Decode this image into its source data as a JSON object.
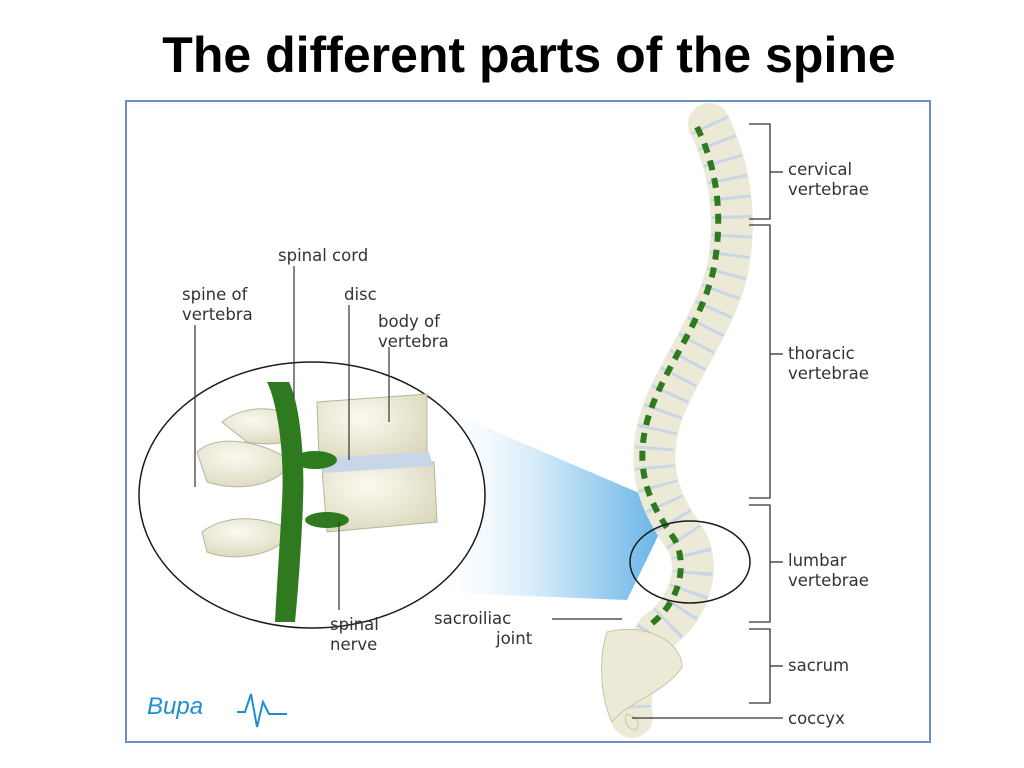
{
  "title": "The different parts of the spine",
  "diagram": {
    "labels": {
      "spinal_cord": "spinal cord",
      "spine_of_vertebra_1": "spine of",
      "spine_of_vertebra_2": "vertebra",
      "disc": "disc",
      "body_of_vertebra_1": "body of",
      "body_of_vertebra_2": "vertebra",
      "spinal_nerve_1": "spinal",
      "spinal_nerve_2": "nerve",
      "sacroiliac_joint_1": "sacroiliac",
      "sacroiliac_joint_2": "joint",
      "cervical_1": "cervical",
      "cervical_2": "vertebrae",
      "thoracic_1": "thoracic",
      "thoracic_2": "vertebrae",
      "lumbar_1": "lumbar",
      "lumbar_2": "vertebrae",
      "sacrum": "sacrum",
      "coccyx": "coccyx"
    },
    "logo": "Bupa"
  },
  "colors": {
    "border": "#6f8fc0",
    "bone": "#ecead6",
    "nerve": "#2f7a1e",
    "disc": "#c9d6e8",
    "highlight": "#8fc5ea",
    "brand": "#1d8fd1"
  }
}
